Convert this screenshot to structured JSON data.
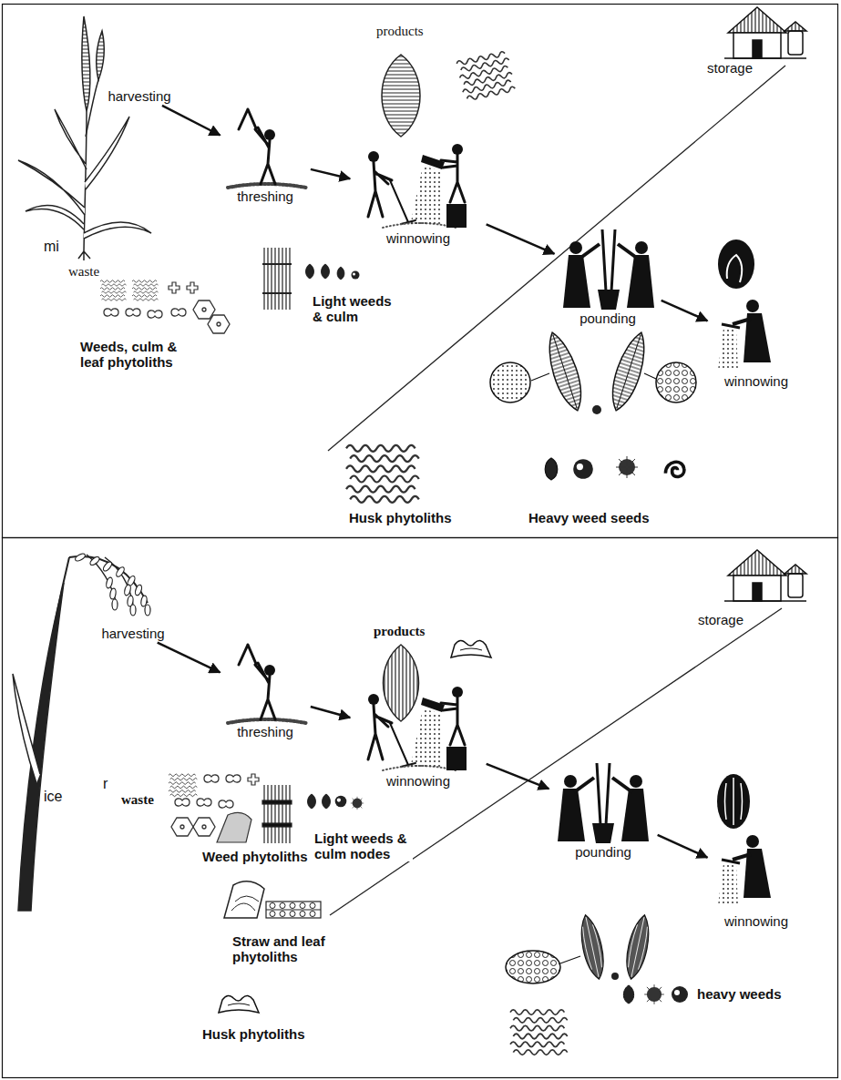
{
  "diagram": {
    "nodes": [
      {
        "text": [
          "harvesting"
        ]
      },
      {
        "text": [
          "threshing"
        ]
      },
      {
        "text": [
          "winnowing"
        ]
      },
      {
        "text": [
          "pounding"
        ]
      },
      {
        "text": [
          "winnowing"
        ]
      },
      {
        "text": [
          "harvesting"
        ]
      },
      {
        "text": [
          "threshing"
        ]
      },
      {
        "text": [
          "winnowing"
        ]
      },
      {
        "text": [
          "pounding"
        ]
      },
      {
        "text": [
          "winnowing"
        ]
      }
    ],
    "edges": [
      {
        "from": 0,
        "to": 1,
        "arrow": "to"
      },
      {
        "from": 1,
        "to": 2,
        "arrow": "to"
      },
      {
        "from": 2,
        "to": 3,
        "arrow": "to"
      },
      {
        "from": 3,
        "to": 4,
        "arrow": "to"
      },
      {
        "from": 5,
        "to": 6,
        "arrow": "to"
      },
      {
        "from": 6,
        "to": 7,
        "arrow": "to"
      },
      {
        "from": 7,
        "to": 8,
        "arrow": "to"
      },
      {
        "from": 8,
        "to": 9,
        "arrow": "to"
      }
    ],
    "labels": [
      "products",
      "storage",
      "mi",
      "waste",
      "Light weeds & culm",
      "Weeds, culm & leaf phytoliths",
      "Husk phytoliths",
      "Heavy weed seeds",
      "products",
      "storage",
      "r",
      "ice",
      "waste",
      "Light weeds & culm nodes",
      "Weed phytoliths",
      "Straw and leaf phytoliths",
      "Husk phytoliths",
      "heavy weeds"
    ]
  }
}
